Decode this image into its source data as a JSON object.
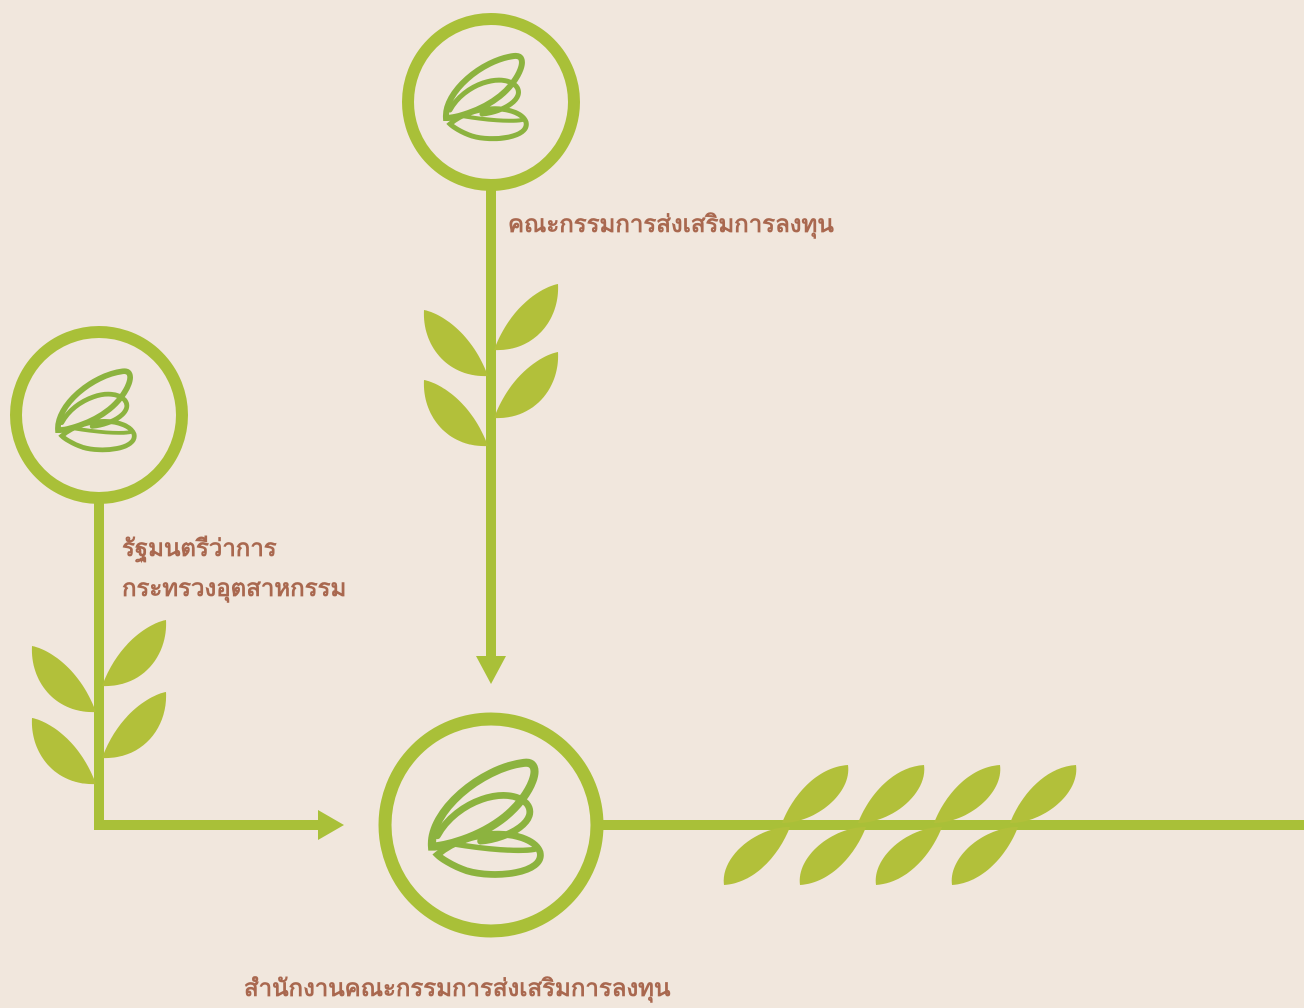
{
  "diagram": {
    "nodes": [
      {
        "id": "board",
        "label_lines": [
          "คณะกรรมการส่งเสริมการลงทุน"
        ]
      },
      {
        "id": "minister",
        "label_lines": [
          "รัฐมนตรีว่าการ",
          "กระทรวงอุตสาหกรรม"
        ]
      },
      {
        "id": "office",
        "label_lines": [
          "สำนักงานคณะกรรมการส่งเสริมการลงทุน"
        ]
      }
    ],
    "edges": [
      {
        "from": "board",
        "to": "office"
      },
      {
        "from": "minister",
        "to": "office"
      }
    ],
    "icon": "boi-leaf-logo-icon"
  },
  "colors": {
    "background": "#f1e7dd",
    "ring": "#a9c038",
    "leaf": "#b2c03a",
    "logo": "#8cb33f",
    "label": "#a9684f"
  }
}
